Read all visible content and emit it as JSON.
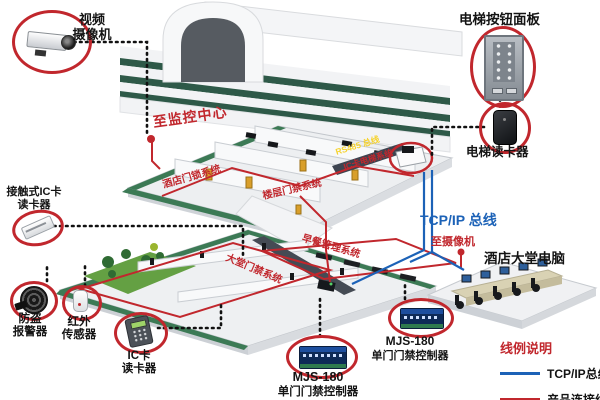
{
  "palette": {
    "callout_red": "#c1272d",
    "tcpip_blue": "#1c62b7",
    "band_green": "#2e5948",
    "strip_green": "#3c7a55",
    "rs485_yellow": "#f6d32d"
  },
  "devices": {
    "camera": {
      "line1": "视频",
      "line2": "摄像机"
    },
    "contact_reader": {
      "line1": "接触式IC卡",
      "line2": "读卡器"
    },
    "burglar_alarm": {
      "line1": "防盗",
      "line2": "报警器"
    },
    "infrared_sensor": {
      "line1": "红外",
      "line2": "传感器"
    },
    "ic_card_reader": {
      "line1": "IC卡",
      "line2": "读卡器"
    },
    "controller_bottom": {
      "model": "MJS-180",
      "name": "单门门禁控制器"
    },
    "controller_right": {
      "model": "MJS-180",
      "name": "单门门禁控制器"
    },
    "elevator_panel": {
      "label": "电梯按钮面板"
    },
    "elevator_reader": {
      "label": "电梯读卡器"
    },
    "lobby_computer": {
      "label": "酒店大堂电脑"
    }
  },
  "annotations": {
    "to_monitor_center": "至监控中心",
    "to_camera": "至摄像机",
    "tcpip_bus": "TCP/IP 总线",
    "rs485_bus": "RS485 总线",
    "ic_elevator_system": "IC卡电梯系统",
    "hotel_lock_system": "酒店门锁系统",
    "floor_access_system": "楼层门禁系统",
    "breakfast_system": "早餐管理系统",
    "lobby_access_system": "大堂门禁系统"
  },
  "legend": {
    "title": "线例说明",
    "items": [
      {
        "label": "TCP/IP总线",
        "color": "#1c62b7"
      },
      {
        "label": "产品连接线",
        "color": "#c1272d"
      }
    ]
  }
}
